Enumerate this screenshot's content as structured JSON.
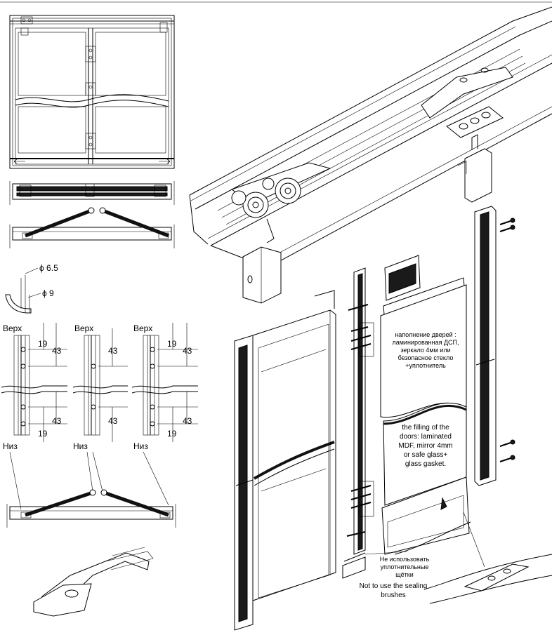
{
  "labels": {
    "dia_outer": "ϕ 6.5",
    "dia_inner": "ϕ 9",
    "top": "Верх",
    "bottom": "Низ",
    "dim_19": "19",
    "dim_43": "43"
  },
  "notes": {
    "filling_ru": [
      "наполнение дверей :",
      "ламинированная ДСП,",
      "зеркало 4мм или",
      "безопасное стекло",
      "+уплотнитель"
    ],
    "filling_en": [
      "the filling of the",
      "doors: laminated",
      "MDF, mirror  4mm",
      "or safe glass+",
      "glass gasket."
    ],
    "brushes_ru": [
      "Не использовать",
      "уплотнительные",
      "щётки"
    ],
    "brushes_en": [
      "Not to use the sealing",
      "brushes"
    ]
  }
}
